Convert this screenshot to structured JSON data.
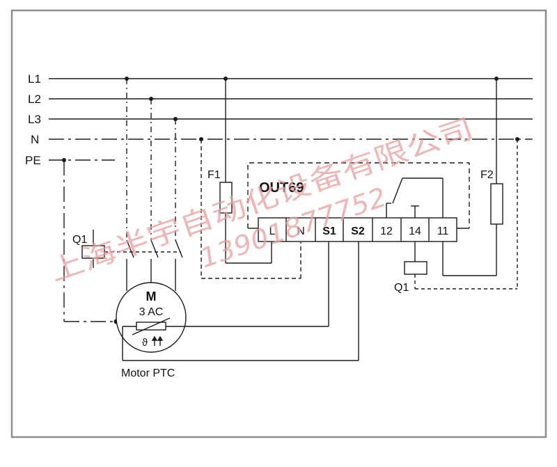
{
  "diagram": {
    "bus_labels": {
      "l1": "L1",
      "l2": "L2",
      "l3": "L3",
      "n": "N",
      "pe": "PE"
    },
    "fuse_f1": "F1",
    "fuse_f2": "F2",
    "contactor_coil": "Q1",
    "contactor_contacts": "Q1",
    "device_name": "OUT69",
    "terminals": [
      "L",
      "N",
      "S1",
      "S2",
      "12",
      "14",
      "11"
    ],
    "motor": {
      "letter": "M",
      "type": "3 AC",
      "theta": "ϑ"
    },
    "motor_ptc_label": "Motor PTC",
    "watermark": {
      "line1": "上海半宇自动化设备有限公司",
      "line2": "13901877752"
    },
    "colors": {
      "line": "#1a1a1a",
      "dashed": "#444444",
      "watermark": "#e8a0a0"
    }
  }
}
